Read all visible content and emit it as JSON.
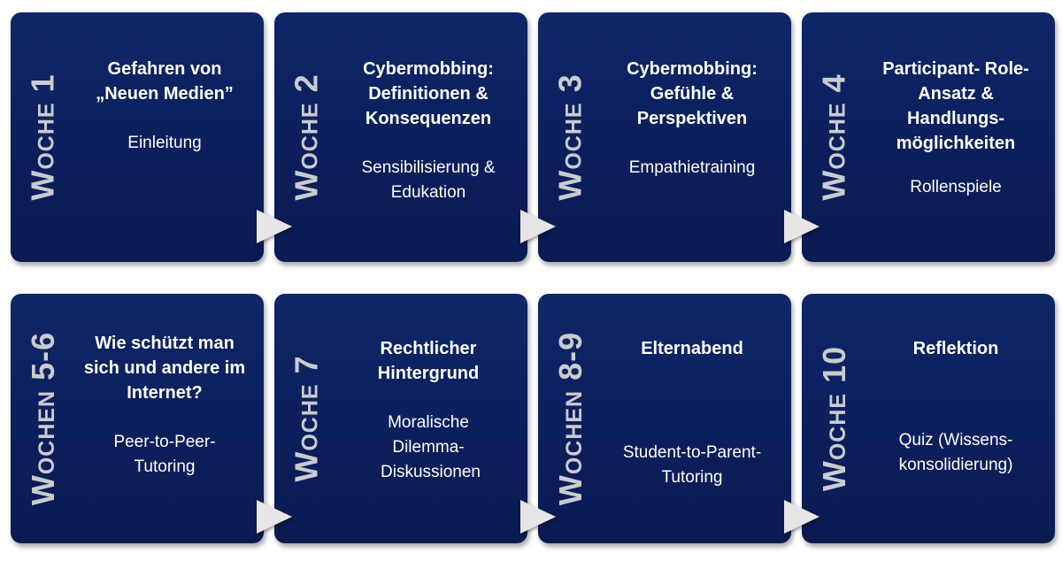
{
  "cards": [
    {
      "week": "Woche 1",
      "title": "Gefahren von „Neuen Medien”",
      "subtitle": "Einleitung"
    },
    {
      "week": "Woche 2",
      "title": "Cybermobbing: Definitionen & Konsequenzen",
      "subtitle": "Sensibilisierung & Edukation"
    },
    {
      "week": "Woche 3",
      "title": "Cybermobbing: Gefühle & Perspektiven",
      "subtitle": "Empathietraining"
    },
    {
      "week": "Woche 4",
      "title": "Participant- Role-Ansatz & Handlungs-möglichkeiten",
      "subtitle": "Rollenspiele"
    },
    {
      "week": "Wochen 5-6",
      "title": "Wie schützt man sich und andere im Internet?",
      "subtitle": "Peer-to-Peer-Tutoring"
    },
    {
      "week": "Woche 7",
      "title": "Rechtlicher Hintergrund",
      "subtitle": "Moralische Dilemma-Diskussionen"
    },
    {
      "week": "Wochen 8-9",
      "title": "Elternabend",
      "subtitle": "Student-to-Parent-Tutoring"
    },
    {
      "week": "Woche 10",
      "title": "Reflektion",
      "subtitle": "Quiz (Wissens-konsolidierung)"
    }
  ],
  "colors": {
    "card_bg": "#0b1f5c",
    "week_label": "#c9cbcf",
    "text": "#ffffff",
    "arrow": "#e6e6e6"
  },
  "icons": {
    "connector": "right-triangle-arrow"
  }
}
